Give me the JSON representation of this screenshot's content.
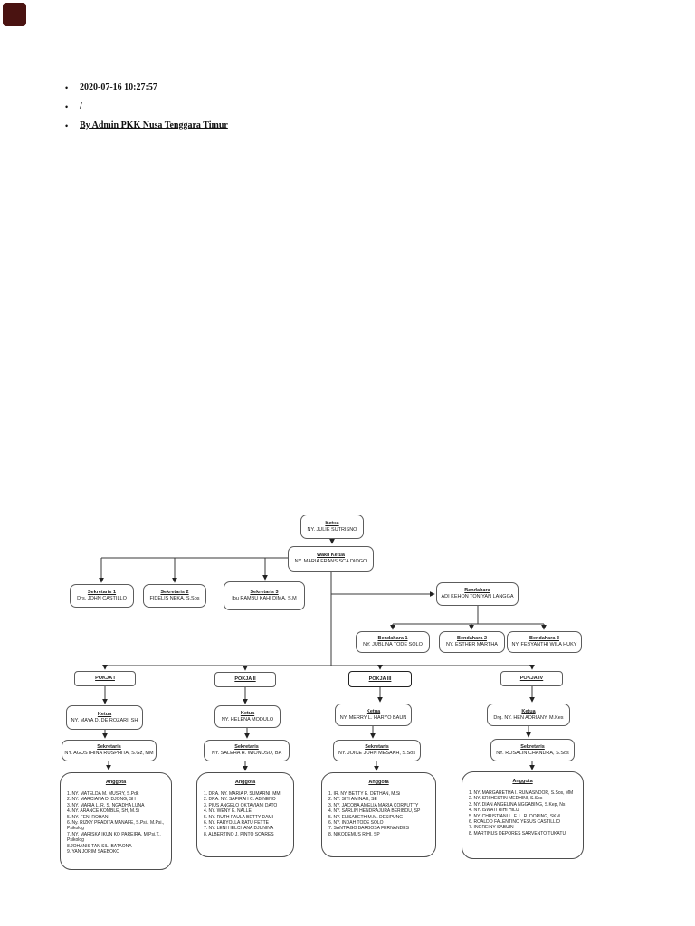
{
  "page": {
    "corner_color": "#4a1311",
    "meta": [
      {
        "text": "2020-07-16 10:27:57"
      },
      {
        "text": "/"
      },
      {
        "text": "By Admin PKK Nusa Tenggara Timur"
      }
    ]
  },
  "org_chart": {
    "ketua": {
      "title": "Ketua",
      "name": "NY. JULIE SUTRISNO"
    },
    "wakil_ketua": {
      "title": "Wakil Ketua",
      "name": "NY. MARIA FRANSISCA DIOGO"
    },
    "sekretaris": [
      {
        "title": "Sekretaris 1",
        "name": "Drs. JOHN CASTILLO"
      },
      {
        "title": "Sekretaris 2",
        "name": "FIDELIS NEKA, S.Sos"
      },
      {
        "title": "Sekretaris 3",
        "name": "Ibu RAMBU KAHI DIMA, S.M"
      }
    ],
    "bendahara": {
      "title": "Bendahara",
      "name": "ADI KEHON TONIYAN LANGGA"
    },
    "bendahara_sub": [
      {
        "title": "Bendahara 1",
        "name": "NY. JUBLINA TODE SOLO"
      },
      {
        "title": "Bendahara 2",
        "name": "NY. ESTHER MARTHA"
      },
      {
        "title": "Bendahara 3",
        "name": "NY. FEBYANTHI WILA HUKY"
      }
    ],
    "pokja": [
      {
        "label": "POKJA I",
        "ketua": {
          "title": "Ketua",
          "name": "NY. MAYA D. DE ROZARI, SH"
        },
        "sekretaris": {
          "title": "Sekretaris",
          "name": "NY. AGUSTHINA ROSPHITA, S.Gz, MM"
        },
        "anggota_title": "Anggota",
        "anggota": [
          "1. NY. MATELDA M. MUSRY, S.Pdk",
          "2. NY. MARCIANA D. DJONG, SH",
          "3. NY. MARIA L. R. S. NGADHA LUNA",
          "4. NY. ARANCE KOMBLE, SH, M.Si",
          "5. NY. FENI ROHANI",
          "6. Ny. RIZKY PRADITA MANAFE, S.Psi., M.Psi., Psikolog",
          "7. NY. MARISKA IKUN KO PAREIRA, M.Psi.T., Psikolog",
          "8.JOHANIS TAN SILI BATAONA",
          "9. YAN JORIM SAEBOKO"
        ]
      },
      {
        "label": "POKJA II",
        "ketua": {
          "title": "Ketua",
          "name": "NY. HELENA MODULO"
        },
        "sekretaris": {
          "title": "Sekretaris",
          "name": "NY. SALEHA H. WIONOSO, BA"
        },
        "anggota_title": "Anggota",
        "anggota": [
          "1. DRA. NY. MARIA P. SUMARNI, MM",
          "2. DRA. NY. SAFIRAH C. ABINENO",
          "3. PIUS ANGELO OKTAVIANI DATO",
          "4. NY. WENY E. NALLE",
          "5. NY. RUTH PAULA BETTY DAMI",
          "6. NY. FARYOLLA RATU FETTE",
          "7. NY. LENI HELCHANA DJUNINA",
          "8. ALBERTINO J. PINTO SOARES"
        ]
      },
      {
        "label": "POKJA III",
        "ketua": {
          "title": "Ketua",
          "name": "NY. MERRY L. HARYO BAUN"
        },
        "sekretaris": {
          "title": "Sekretaris",
          "name": "NY. JOICE JOHN MESAKH, S.Sos"
        },
        "anggota_title": "Anggota",
        "anggota": [
          "1. IR. NY. BETTY E. DETHAN, M.Si",
          "2. NY. SITI AMINAH, SE",
          "3. NY. JACOBA AMELIA MARIA CORPUTTY",
          "4. NY. SARLIN HENDRAJURA BERIBOU, SP",
          "5. NY. ELISABETH M.M. DESIPUNG",
          "6. NY. INDAH TODE SOLO",
          "7. SANTIAGO BARBOSA FERNANDES",
          "8. NIKODEMUS RIHI, SP"
        ]
      },
      {
        "label": "POKJA IV",
        "ketua": {
          "title": "Ketua",
          "name": "Drg. NY. HEN ADRIANY, M.Kes"
        },
        "sekretaris": {
          "title": "Sekretaris",
          "name": "NY. ROSALIN CHANDRA, S.Sos"
        },
        "anggota_title": "Anggota",
        "anggota": [
          "1. NY. MARGARETHA I. RUMASNDOR, S.Sos, MM",
          "2. NY. SRI HESTIN MEDHINI, S.Sos",
          "3. NY. DIAN ANGELINA NGGABING, S.Kep, Ns",
          "4. NY. ISWATI RIHI HILU",
          "5. NY. CHRISTIANI L. F. L. R. DORING, SKM",
          "6. ROALDO FALENTINO YESUS CASTILLIO",
          "7. INGREINY SABUIN",
          "8. MARTINUS DEPORES SARVENTO TUKATU"
        ]
      }
    ]
  }
}
